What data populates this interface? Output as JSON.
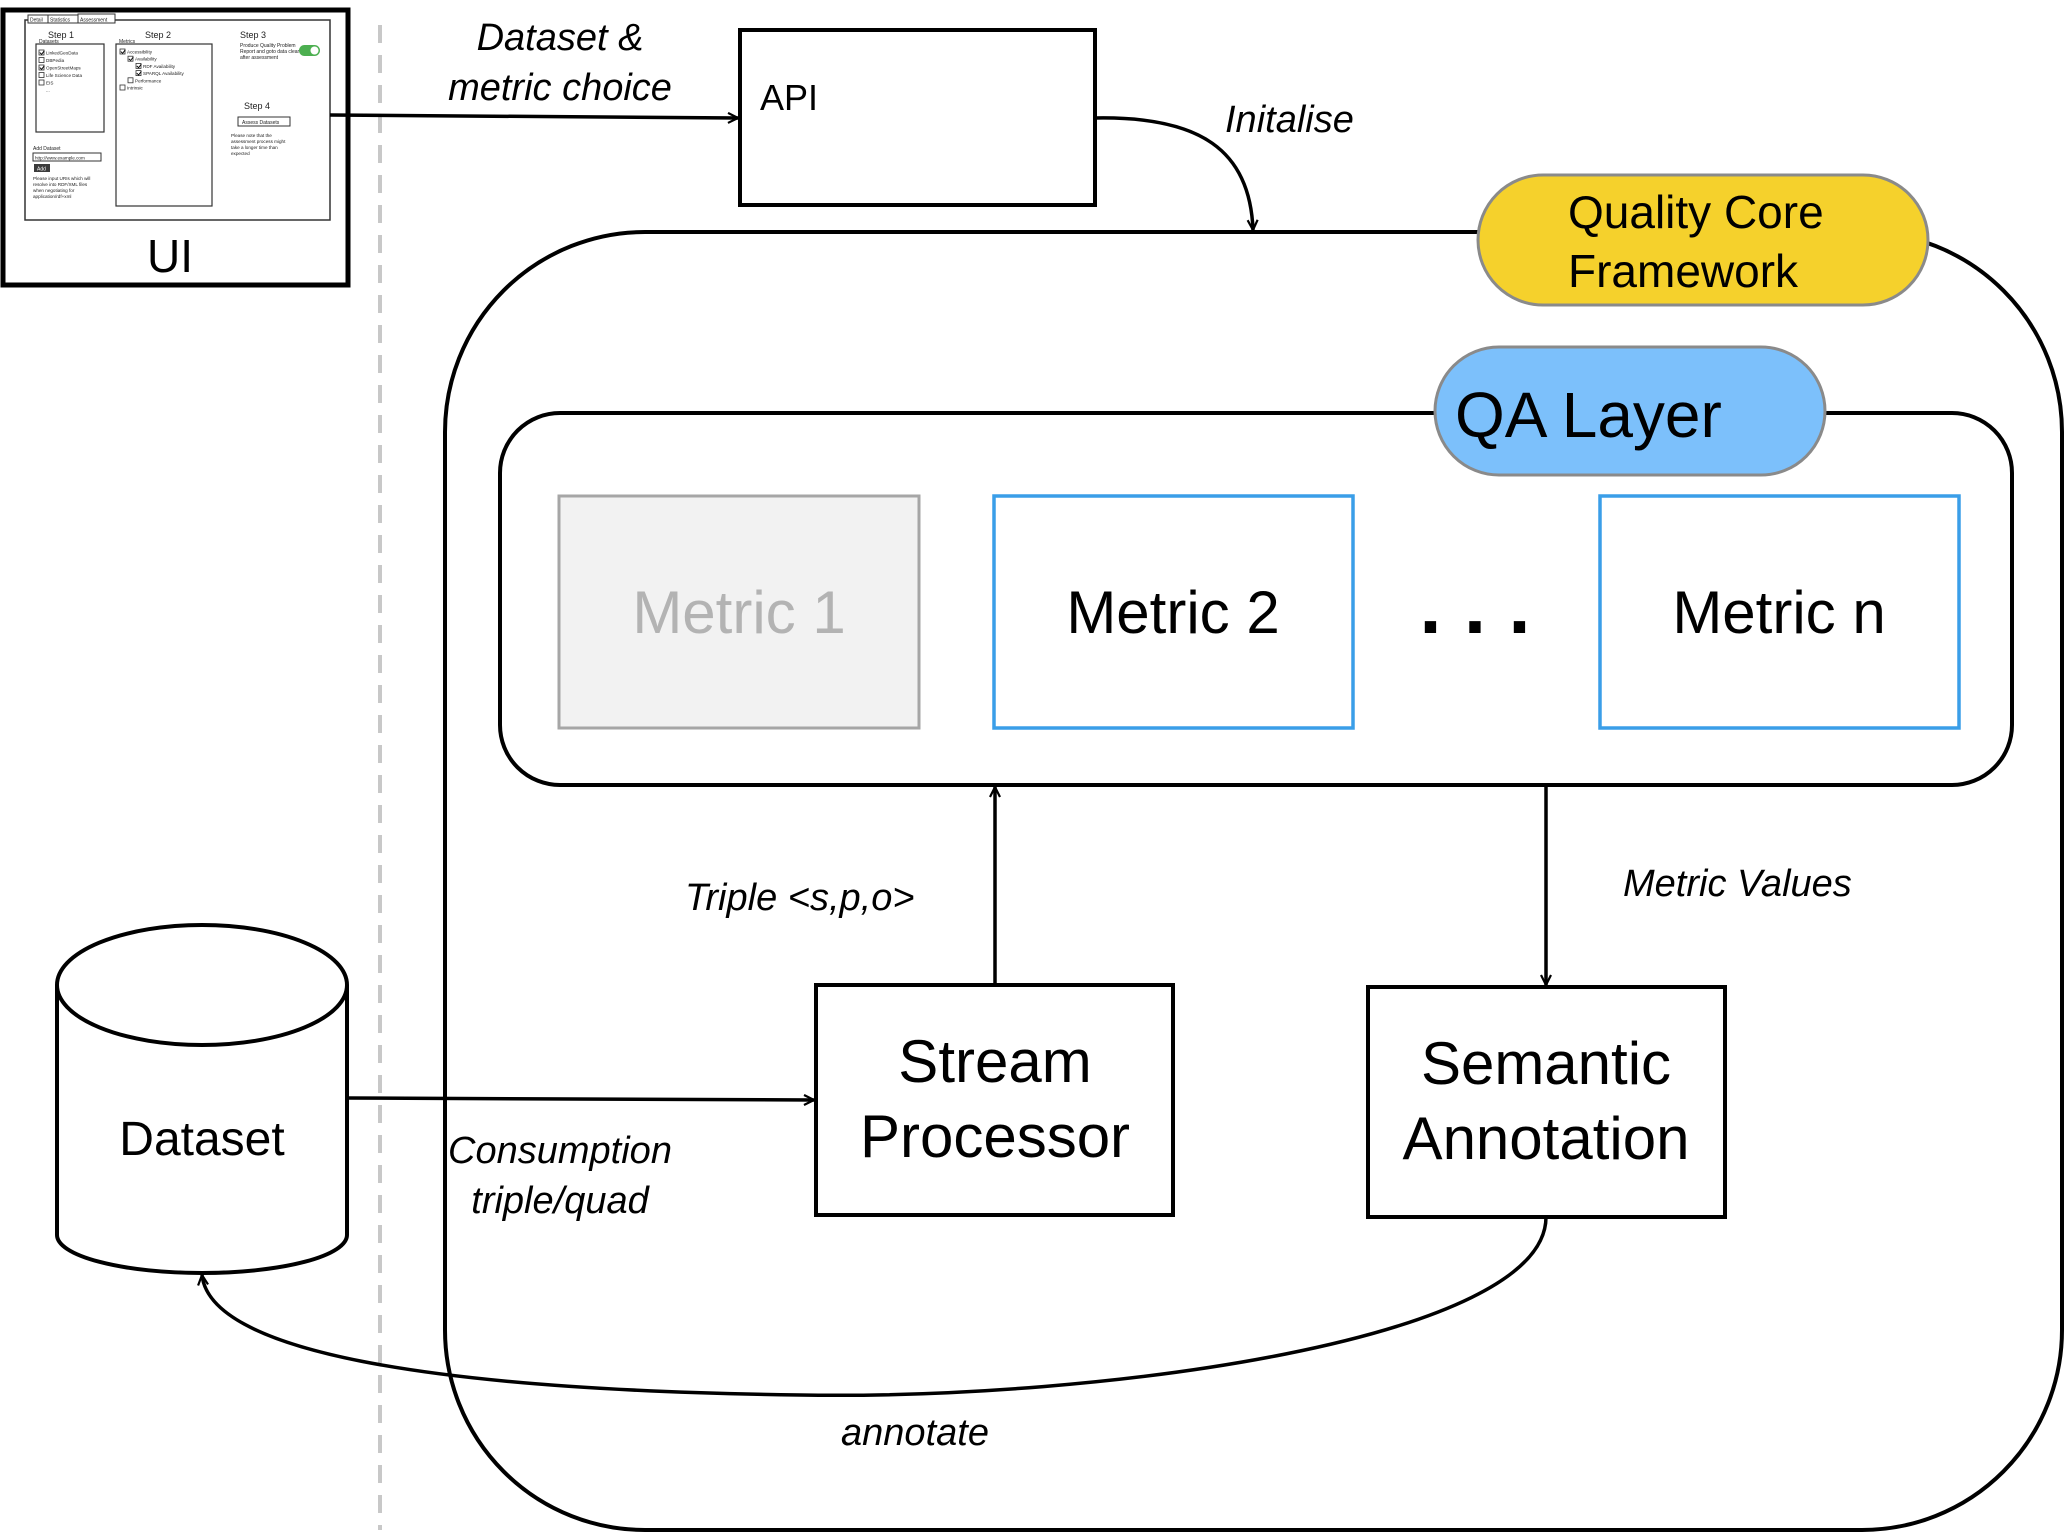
{
  "colors": {
    "stroke": "#000000",
    "separator": "#c8c8c8",
    "quality_badge_fill": "#f5d12c",
    "quality_badge_stroke": "#8a8a8a",
    "qa_badge_fill": "#7cc0fb",
    "qa_badge_stroke": "#8a8a8a",
    "metric_border": "#3a9ee8",
    "metric_disabled_fill": "#f2f2f2",
    "metric_disabled_stroke": "#a6a6a6",
    "metric_disabled_text": "#b3b3b3",
    "toggle_on": "#4caf50",
    "mock_add_button": "#3b3b3b"
  },
  "ui_box": {
    "label": "UI",
    "mockup": {
      "tabs": [
        "Detail",
        "Statistics",
        "Assessment"
      ],
      "step1": {
        "title": "Step 1",
        "datasets_header": "Datasets",
        "datasets": [
          {
            "name": "LinkedGeoData",
            "checked": true
          },
          {
            "name": "DBPedia",
            "checked": false
          },
          {
            "name": "OpenStreetMaps",
            "checked": true
          },
          {
            "name": "Life Science Data",
            "checked": false
          },
          {
            "name": "EIS",
            "checked": false
          },
          {
            "name": "...",
            "checked": false
          }
        ],
        "add_dataset_label": "Add Dataset",
        "add_dataset_placeholder": "http://www.example.com",
        "add_button": "Add",
        "note": [
          "Please input URIs which will",
          "resolve into RDF/XML files",
          "when negotiating for",
          "application/rdf+xml"
        ]
      },
      "step2": {
        "title": "Step 2",
        "metrics_header": "Metrics",
        "items": [
          "Accessibility",
          "Availability",
          "RDF Availability",
          "SPARQL Availability",
          "Performance",
          "Intrinsic"
        ]
      },
      "step3": {
        "title": "Step 3",
        "text": [
          "Produce Quality Problem",
          "Report and goto data cleanup",
          "after assessment"
        ]
      },
      "step4": {
        "title": "Step 4",
        "button": "Assess Datasets",
        "note": [
          "Please note that the",
          "assessment process might",
          "take a longer time than",
          "expected"
        ]
      }
    }
  },
  "labels": {
    "dataset_metric_choice": [
      "Dataset &",
      "metric choice"
    ],
    "api": "API",
    "initalise": "Initalise",
    "quality_core_framework": [
      "Quality Core",
      "Framework"
    ],
    "qa_layer": "QA Layer",
    "metric_1": "Metric 1",
    "metric_2": "Metric 2",
    "ellipsis": ". . .",
    "metric_n": "Metric n",
    "triple": "Triple <s,p,o>",
    "metric_values": "Metric Values",
    "stream_processor": [
      "Stream",
      "Processor"
    ],
    "semantic_annotation": [
      "Semantic",
      "Annotation"
    ],
    "dataset": "Dataset",
    "consumption": [
      "Consumption",
      "triple/quad"
    ],
    "annotate": "annotate"
  }
}
